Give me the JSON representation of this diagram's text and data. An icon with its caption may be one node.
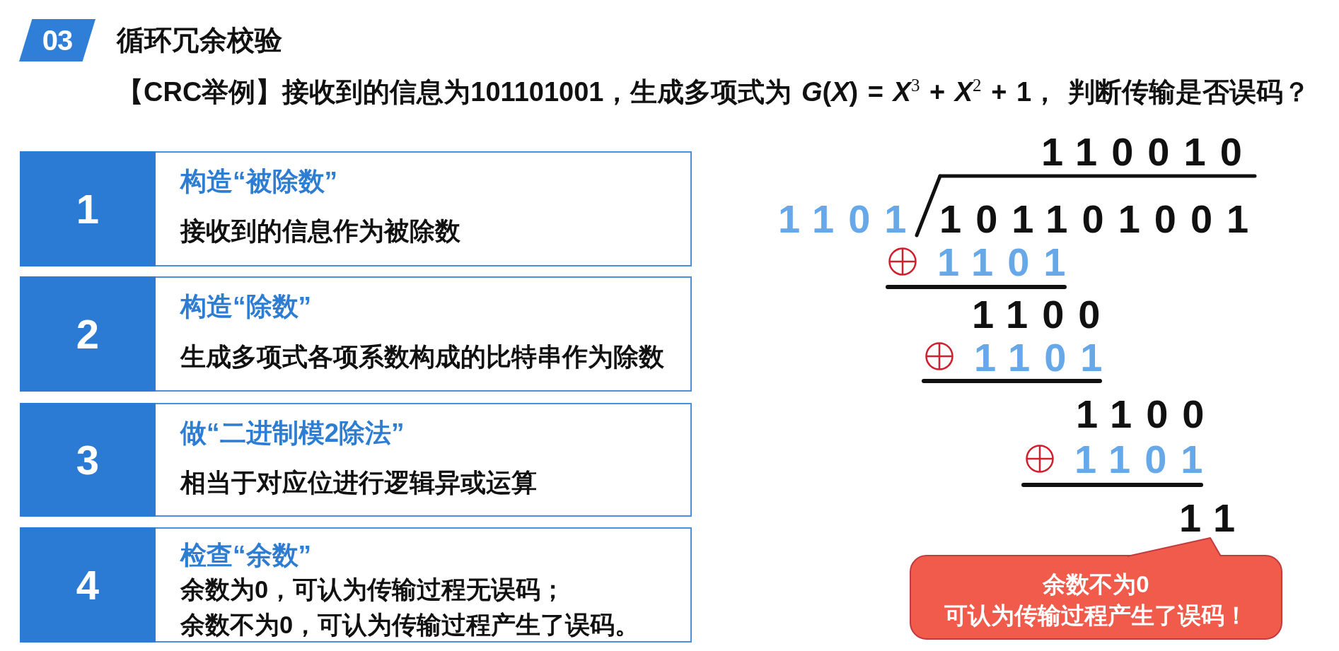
{
  "diagram": {
    "title": "循环冗余校验",
    "nodes": [
      {
        "text": [
          "1",
          "构造“被除数”",
          "接收到的信息作为被除数"
        ]
      },
      {
        "text": [
          "2",
          "构造“除数”",
          "生成多项式各项系数构成的比特串作为除数"
        ]
      },
      {
        "text": [
          "3",
          "做“二进制模2除法”",
          "相当于对应位进行逻辑异或运算"
        ]
      },
      {
        "text": [
          "4",
          "检查“余数”",
          "余数为0，可认为传输过程无误码；",
          "余数不为0，可认为传输过程产生了误码。"
        ]
      },
      {
        "text": [
          "11"
        ]
      },
      {
        "text": [
          "余数不为0",
          "可认为传输过程产生了误码！"
        ]
      }
    ],
    "edges": [
      {
        "from": 5,
        "to": 4,
        "arrow": "none"
      }
    ],
    "labels": [
      "03",
      "【CRC举例】接收到的信息为101101001，生成多项式为 *G*(*X*) = *X*$^{3}$ + *X*$^{2}$ + 1， 判断传输是否误码？",
      "110010",
      "1101",
      "101101001",
      "1101",
      "1100",
      "1101",
      "1100",
      "1101"
    ]
  }
}
